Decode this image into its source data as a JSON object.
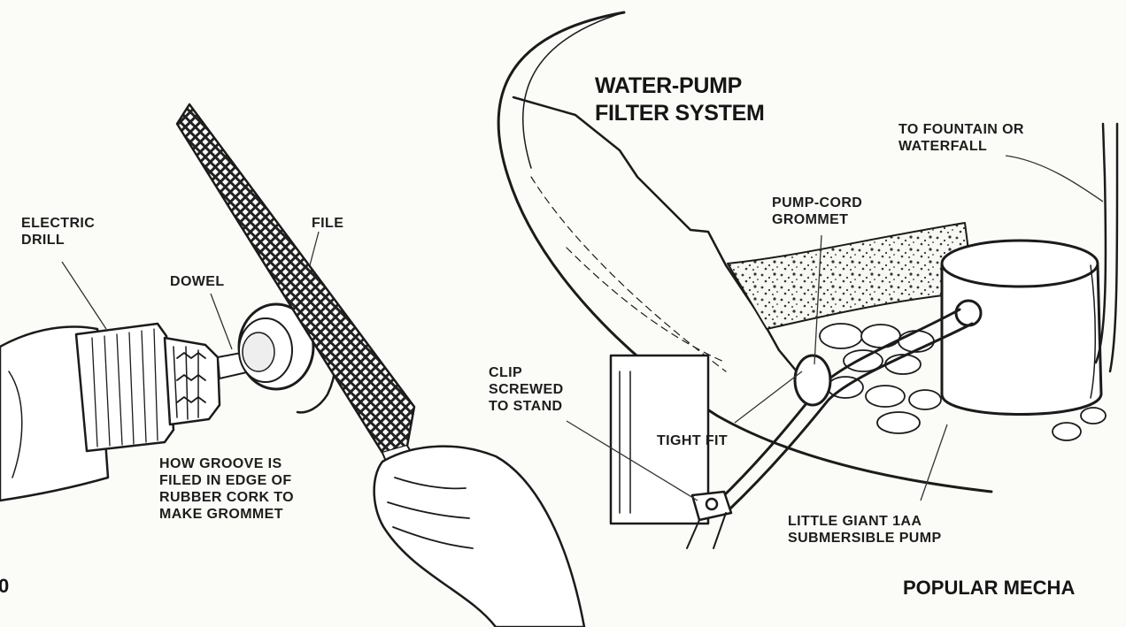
{
  "left_figure": {
    "labels": {
      "electric_drill": "ELECTRIC\nDRILL",
      "file": "FILE",
      "dowel": "DOWEL",
      "groove_caption": "HOW GROOVE IS\nFILED IN EDGE OF\nRUBBER CORK TO\nMAKE GROMMET"
    }
  },
  "right_figure": {
    "title": "WATER-PUMP\nFILTER SYSTEM",
    "labels": {
      "to_fountain": "TO FOUNTAIN OR\nWATERFALL",
      "pump_cord_grommet": "PUMP-CORD\nGROMMET",
      "clip": "CLIP\nSCREWED\nTO STAND",
      "tight_fit": "TIGHT FIT",
      "pump": "LITTLE GIANT 1AA\nSUBMERSIBLE PUMP"
    }
  },
  "page": {
    "page_number": "0",
    "running_title": "POPULAR MECHA"
  }
}
